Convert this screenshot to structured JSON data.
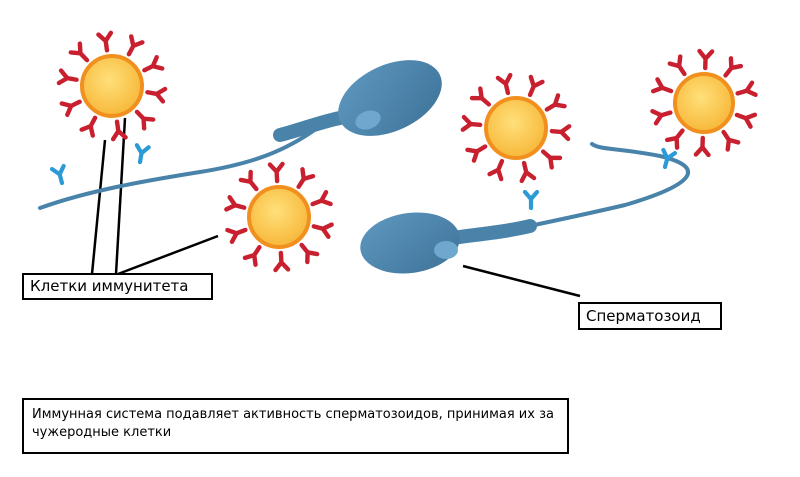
{
  "labels": {
    "immune_cells": "Клетки иммунитета",
    "sperm": "Сперматозоид"
  },
  "caption": "Иммунная система подавляет активность сперматозоидов, принимая их за чужеродные клетки",
  "colors": {
    "cell_fill": "#FCC74A",
    "cell_outline": "#F1901F",
    "antibody_attached": "#C8202F",
    "antibody_free": "#2B9AD6",
    "sperm_body": "#4A83A9",
    "sperm_outline": "#2F5F80",
    "label_border": "#000000"
  },
  "icons": [
    "immune-cell-icon",
    "antibody-icon",
    "sperm-cell-icon"
  ]
}
